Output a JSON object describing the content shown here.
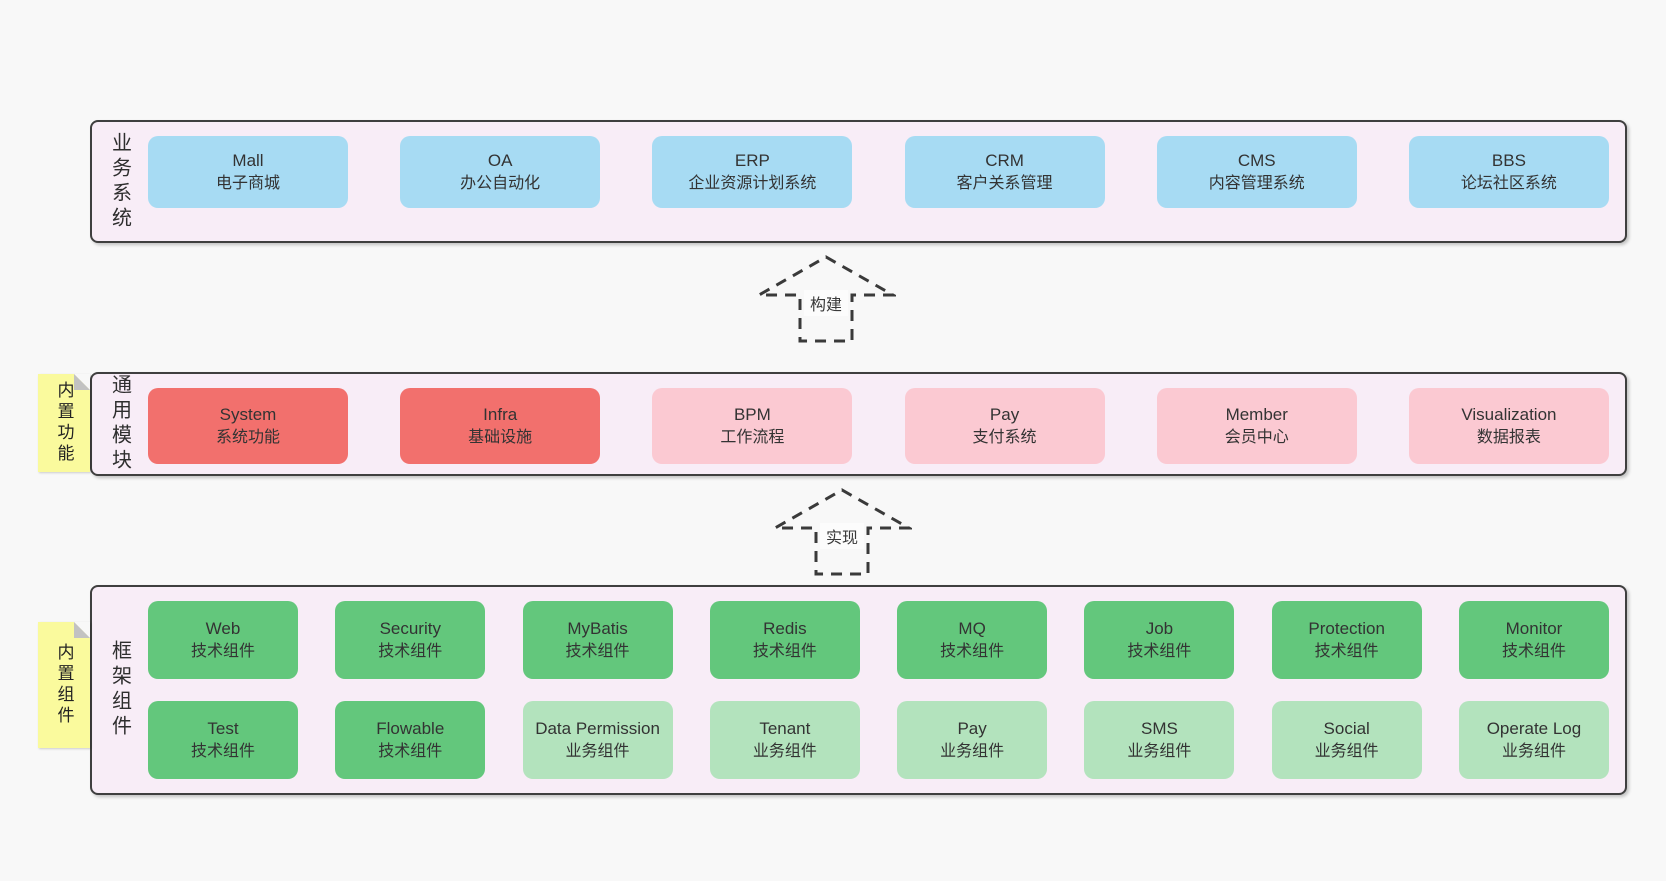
{
  "colors": {
    "page_bg": "#f8f8f8",
    "panel_bg": "#f8edf7",
    "panel_border": "#3f3f3f",
    "box_blue": "#a7dbf3",
    "box_red": "#f2706d",
    "box_pink": "#fbc9d2",
    "box_green": "#63c77c",
    "box_light_green": "#b3e3bd",
    "note_yellow": "#fafa9d",
    "note_fold_gray": "#c2c2c2",
    "arrow_stroke": "#3a3a3a",
    "text": "#333333"
  },
  "arrows": [
    {
      "label": "构建"
    },
    {
      "label": "实现"
    }
  ],
  "layers": [
    {
      "label": "业务系统",
      "rows": [
        [
          {
            "en": "Mall",
            "zh": "电子商城",
            "type": "blue"
          },
          {
            "en": "OA",
            "zh": "办公自动化",
            "type": "blue"
          },
          {
            "en": "ERP",
            "zh": "企业资源计划系统",
            "type": "blue"
          },
          {
            "en": "CRM",
            "zh": "客户关系管理",
            "type": "blue"
          },
          {
            "en": "CMS",
            "zh": "内容管理系统",
            "type": "blue"
          },
          {
            "en": "BBS",
            "zh": "论坛社区系统",
            "type": "blue"
          }
        ]
      ]
    },
    {
      "label": "通用模块",
      "note": "内置功能",
      "rows": [
        [
          {
            "en": "System",
            "zh": "系统功能",
            "type": "red"
          },
          {
            "en": "Infra",
            "zh": "基础设施",
            "type": "red"
          },
          {
            "en": "BPM",
            "zh": "工作流程",
            "type": "pink"
          },
          {
            "en": "Pay",
            "zh": "支付系统",
            "type": "pink"
          },
          {
            "en": "Member",
            "zh": "会员中心",
            "type": "pink"
          },
          {
            "en": "Visualization",
            "zh": "数据报表",
            "type": "pink"
          }
        ]
      ]
    },
    {
      "label": "框架组件",
      "note": "内置组件",
      "rows": [
        [
          {
            "en": "Web",
            "zh": "技术组件",
            "type": "green"
          },
          {
            "en": "Security",
            "zh": "技术组件",
            "type": "green"
          },
          {
            "en": "MyBatis",
            "zh": "技术组件",
            "type": "green"
          },
          {
            "en": "Redis",
            "zh": "技术组件",
            "type": "green"
          },
          {
            "en": "MQ",
            "zh": "技术组件",
            "type": "green"
          },
          {
            "en": "Job",
            "zh": "技术组件",
            "type": "green"
          },
          {
            "en": "Protection",
            "zh": "技术组件",
            "type": "green"
          },
          {
            "en": "Monitor",
            "zh": "技术组件",
            "type": "green"
          }
        ],
        [
          {
            "en": "Test",
            "zh": "技术组件",
            "type": "green"
          },
          {
            "en": "Flowable",
            "zh": "技术组件",
            "type": "green"
          },
          {
            "en": "Data Permission",
            "zh": "业务组件",
            "type": "light_green"
          },
          {
            "en": "Tenant",
            "zh": "业务组件",
            "type": "light_green"
          },
          {
            "en": "Pay",
            "zh": "业务组件",
            "type": "light_green"
          },
          {
            "en": "SMS",
            "zh": "业务组件",
            "type": "light_green"
          },
          {
            "en": "Social",
            "zh": "业务组件",
            "type": "light_green"
          },
          {
            "en": "Operate Log",
            "zh": "业务组件",
            "type": "light_green"
          }
        ]
      ]
    }
  ]
}
